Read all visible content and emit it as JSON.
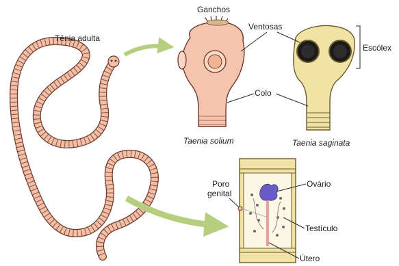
{
  "labels": {
    "adult": "Tênia adulta",
    "hooks": "Ganchos",
    "suckers": "Ventosas",
    "scolex": "Escólex",
    "neck": "Colo",
    "solium": "Taenia solium",
    "saginata": "Taenia saginata",
    "genital_pore_line1": "Poro",
    "genital_pore_line2": "genital",
    "ovary": "Ovário",
    "testicle": "Testículo",
    "uterus": "Útero"
  },
  "colors": {
    "body_pink": "#f2c0a8",
    "body_stroke": "#6b3a2a",
    "arrow_green": "#b6cf7e",
    "saginata_yellow": "#f1e2a6",
    "ovary_blue": "#6a5bc6",
    "uterus_pink": "#f39aa8"
  }
}
